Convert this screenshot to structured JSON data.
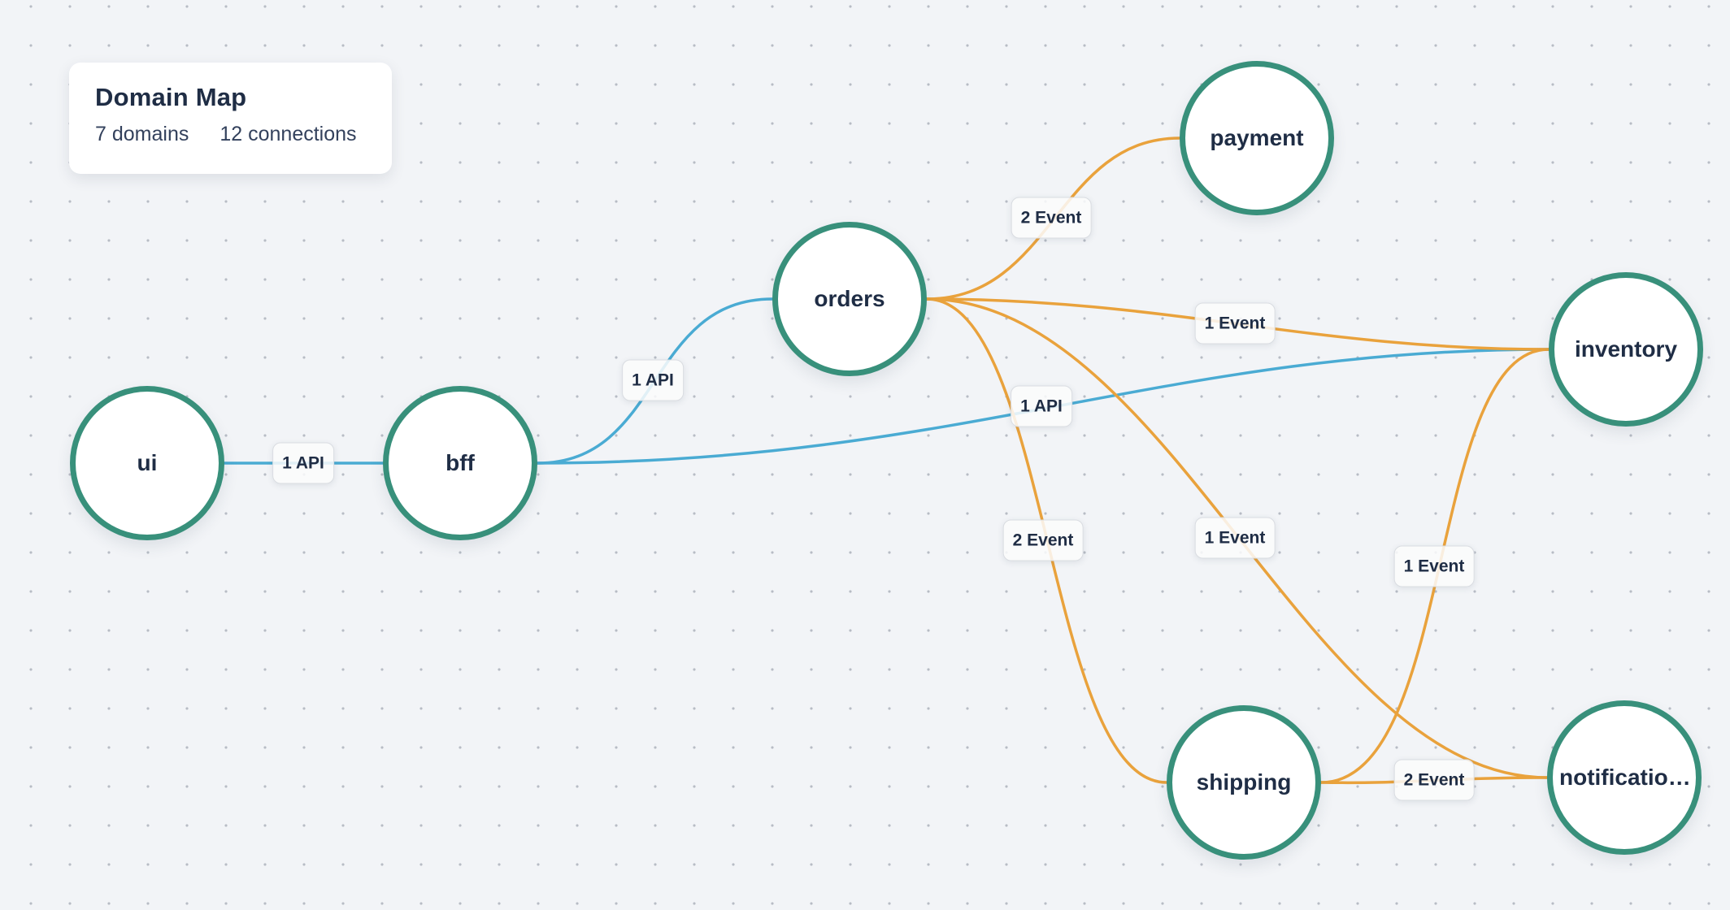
{
  "app": {
    "title": "Domain Map",
    "stats": {
      "domains": "7 domains",
      "connections": "12 connections"
    }
  },
  "theme": {
    "background": "#f2f4f7",
    "dot_color": "#b7bcc5",
    "node_border_color": "#38907b",
    "node_fill": "#ffffff",
    "text_color": "#1f2d45",
    "api_edge_color": "#4aabd3",
    "event_edge_color": "#e9a23c"
  },
  "nodes": [
    {
      "id": "ui",
      "label": "ui"
    },
    {
      "id": "bff",
      "label": "bff"
    },
    {
      "id": "orders",
      "label": "orders"
    },
    {
      "id": "payment",
      "label": "payment"
    },
    {
      "id": "inventory",
      "label": "inventory"
    },
    {
      "id": "shipping",
      "label": "shipping"
    },
    {
      "id": "notifications",
      "label": "notificatio…"
    }
  ],
  "edges": [
    {
      "from": "ui",
      "to": "bff",
      "type": "API",
      "label": "1 API"
    },
    {
      "from": "bff",
      "to": "orders",
      "type": "API",
      "label": "1 API"
    },
    {
      "from": "bff",
      "to": "inventory",
      "type": "API",
      "label": "1 API"
    },
    {
      "from": "orders",
      "to": "payment",
      "type": "Event",
      "label": "2 Event"
    },
    {
      "from": "orders",
      "to": "inventory",
      "type": "Event",
      "label": "1 Event"
    },
    {
      "from": "orders",
      "to": "shipping",
      "type": "Event",
      "label": "2 Event"
    },
    {
      "from": "orders",
      "to": "notifications",
      "type": "Event",
      "label": "1 Event"
    },
    {
      "from": "shipping",
      "to": "inventory",
      "type": "Event",
      "label": "1 Event"
    },
    {
      "from": "shipping",
      "to": "notifications",
      "type": "Event",
      "label": "2 Event"
    }
  ]
}
